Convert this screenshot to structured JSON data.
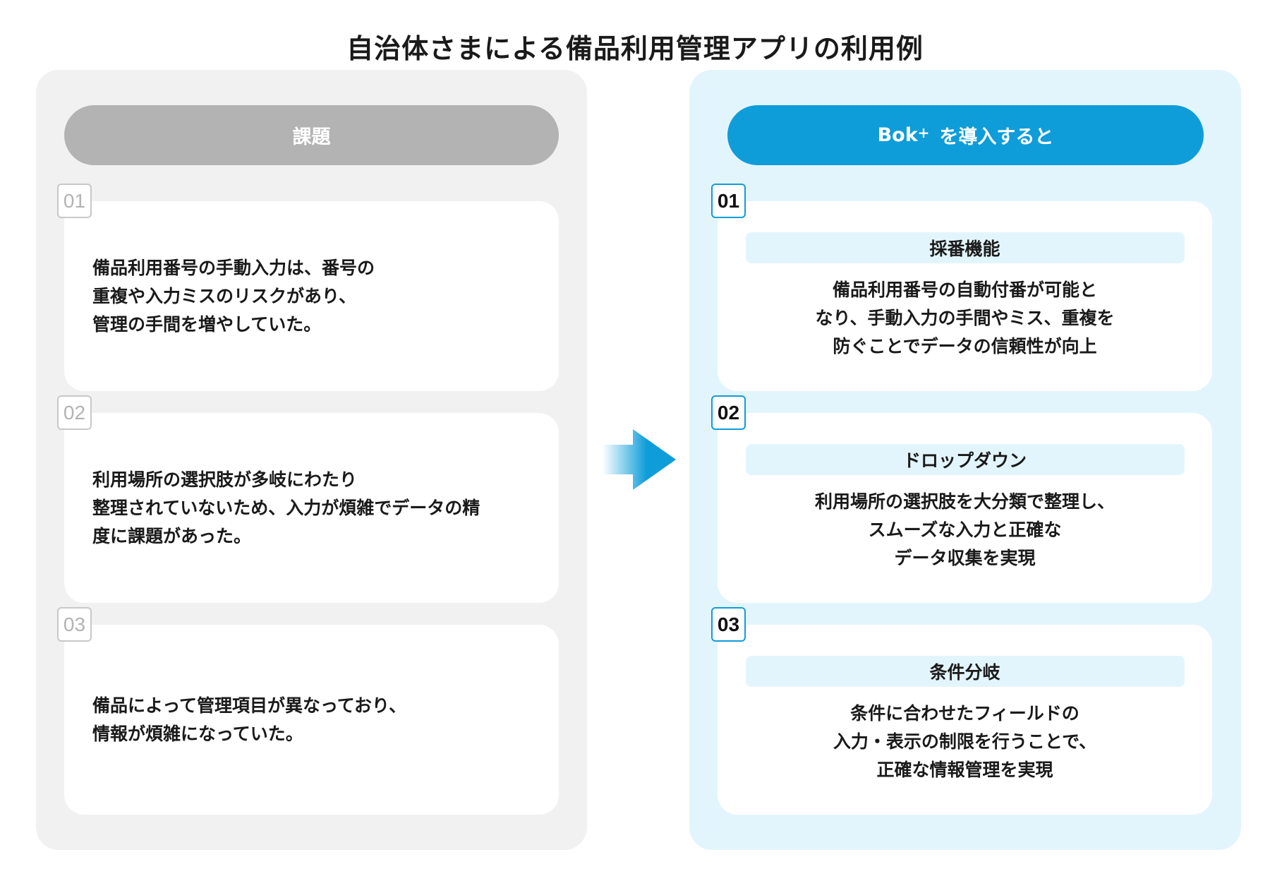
{
  "title": "自治体さまによる備品利用管理アプリの利用例",
  "left": {
    "header": "課題",
    "items": [
      {
        "num": "01",
        "text": "備品利用番号の手動入力は、番号の\n重複や入力ミスのリスクがあり、\n管理の手間を増やしていた。"
      },
      {
        "num": "02",
        "text": "利用場所の選択肢が多岐にわたり\n整理されていないため、入力が煩雑でデータの精\n度に課題があった。"
      },
      {
        "num": "03",
        "text": "備品によって管理項目が異なっており、\n情報が煩雑になっていた。"
      }
    ]
  },
  "right": {
    "header_brand": "Bok",
    "header_sup": "+",
    "header_rest": "を導入すると",
    "items": [
      {
        "num": "01",
        "title": "採番機能",
        "text": "備品利用番号の自動付番が可能と\nなり、手動入力の手間やミス、重複を\n防ぐことでデータの信頼性が向上"
      },
      {
        "num": "02",
        "title": "ドロップダウン",
        "text": "利用場所の選択肢を大分類で整理し、\nスムーズな入力と正確な\nデータ収集を実現"
      },
      {
        "num": "03",
        "title": "条件分岐",
        "text": "条件に合わせたフィールドの\n入力・表示の制限を行うことで、\n正確な情報管理を実現"
      }
    ]
  },
  "colors": {
    "accent": "#0e9dd9",
    "gray": "#b3b3b3",
    "light_blue": "#e3f5fc",
    "light_gray": "#f1f1f1"
  }
}
